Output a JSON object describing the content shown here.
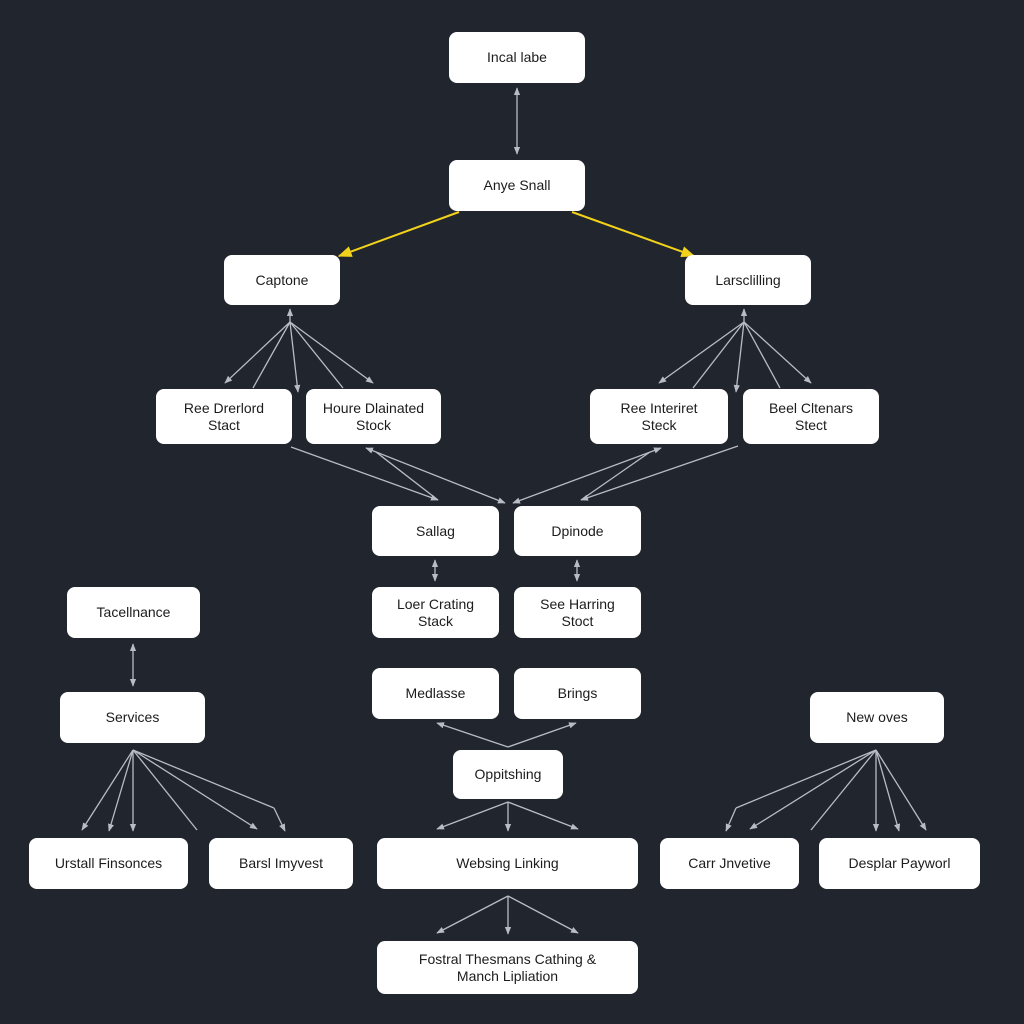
{
  "nodes": {
    "n01": "Incal labe",
    "n02": "Anye Snall",
    "n03": "Captone",
    "n04": "Larsclilling",
    "n05": "Ree Drerlord\nStact",
    "n06": "Houre Dlainated\nStock",
    "n07": "Ree Interiret\nSteck",
    "n08": "Beel Cltenars\nStect",
    "n09": "Sallag",
    "n10": "Dpinode",
    "n11": "Loer Crating\nStack",
    "n12": "See Harring\nStoct",
    "n13": "Medlasse",
    "n14": "Brings",
    "n15": "Oppitshing",
    "n16": "Websing Linking",
    "n17": "Fostral Thesmans Cathing &\nManch Lipliation",
    "n18": "Tacellnance",
    "n19": "Services",
    "n20": "Urstall Finsonces",
    "n21": "Barsl Imyvest",
    "n22": "New oves",
    "n23": "Carr Jnvetive",
    "n24": "Desplar Payworl"
  },
  "colors": {
    "background": "#21252d",
    "node_fill": "#ffffff",
    "edge": "#b8bcc4",
    "highlight_edge": "#f2d21a"
  }
}
